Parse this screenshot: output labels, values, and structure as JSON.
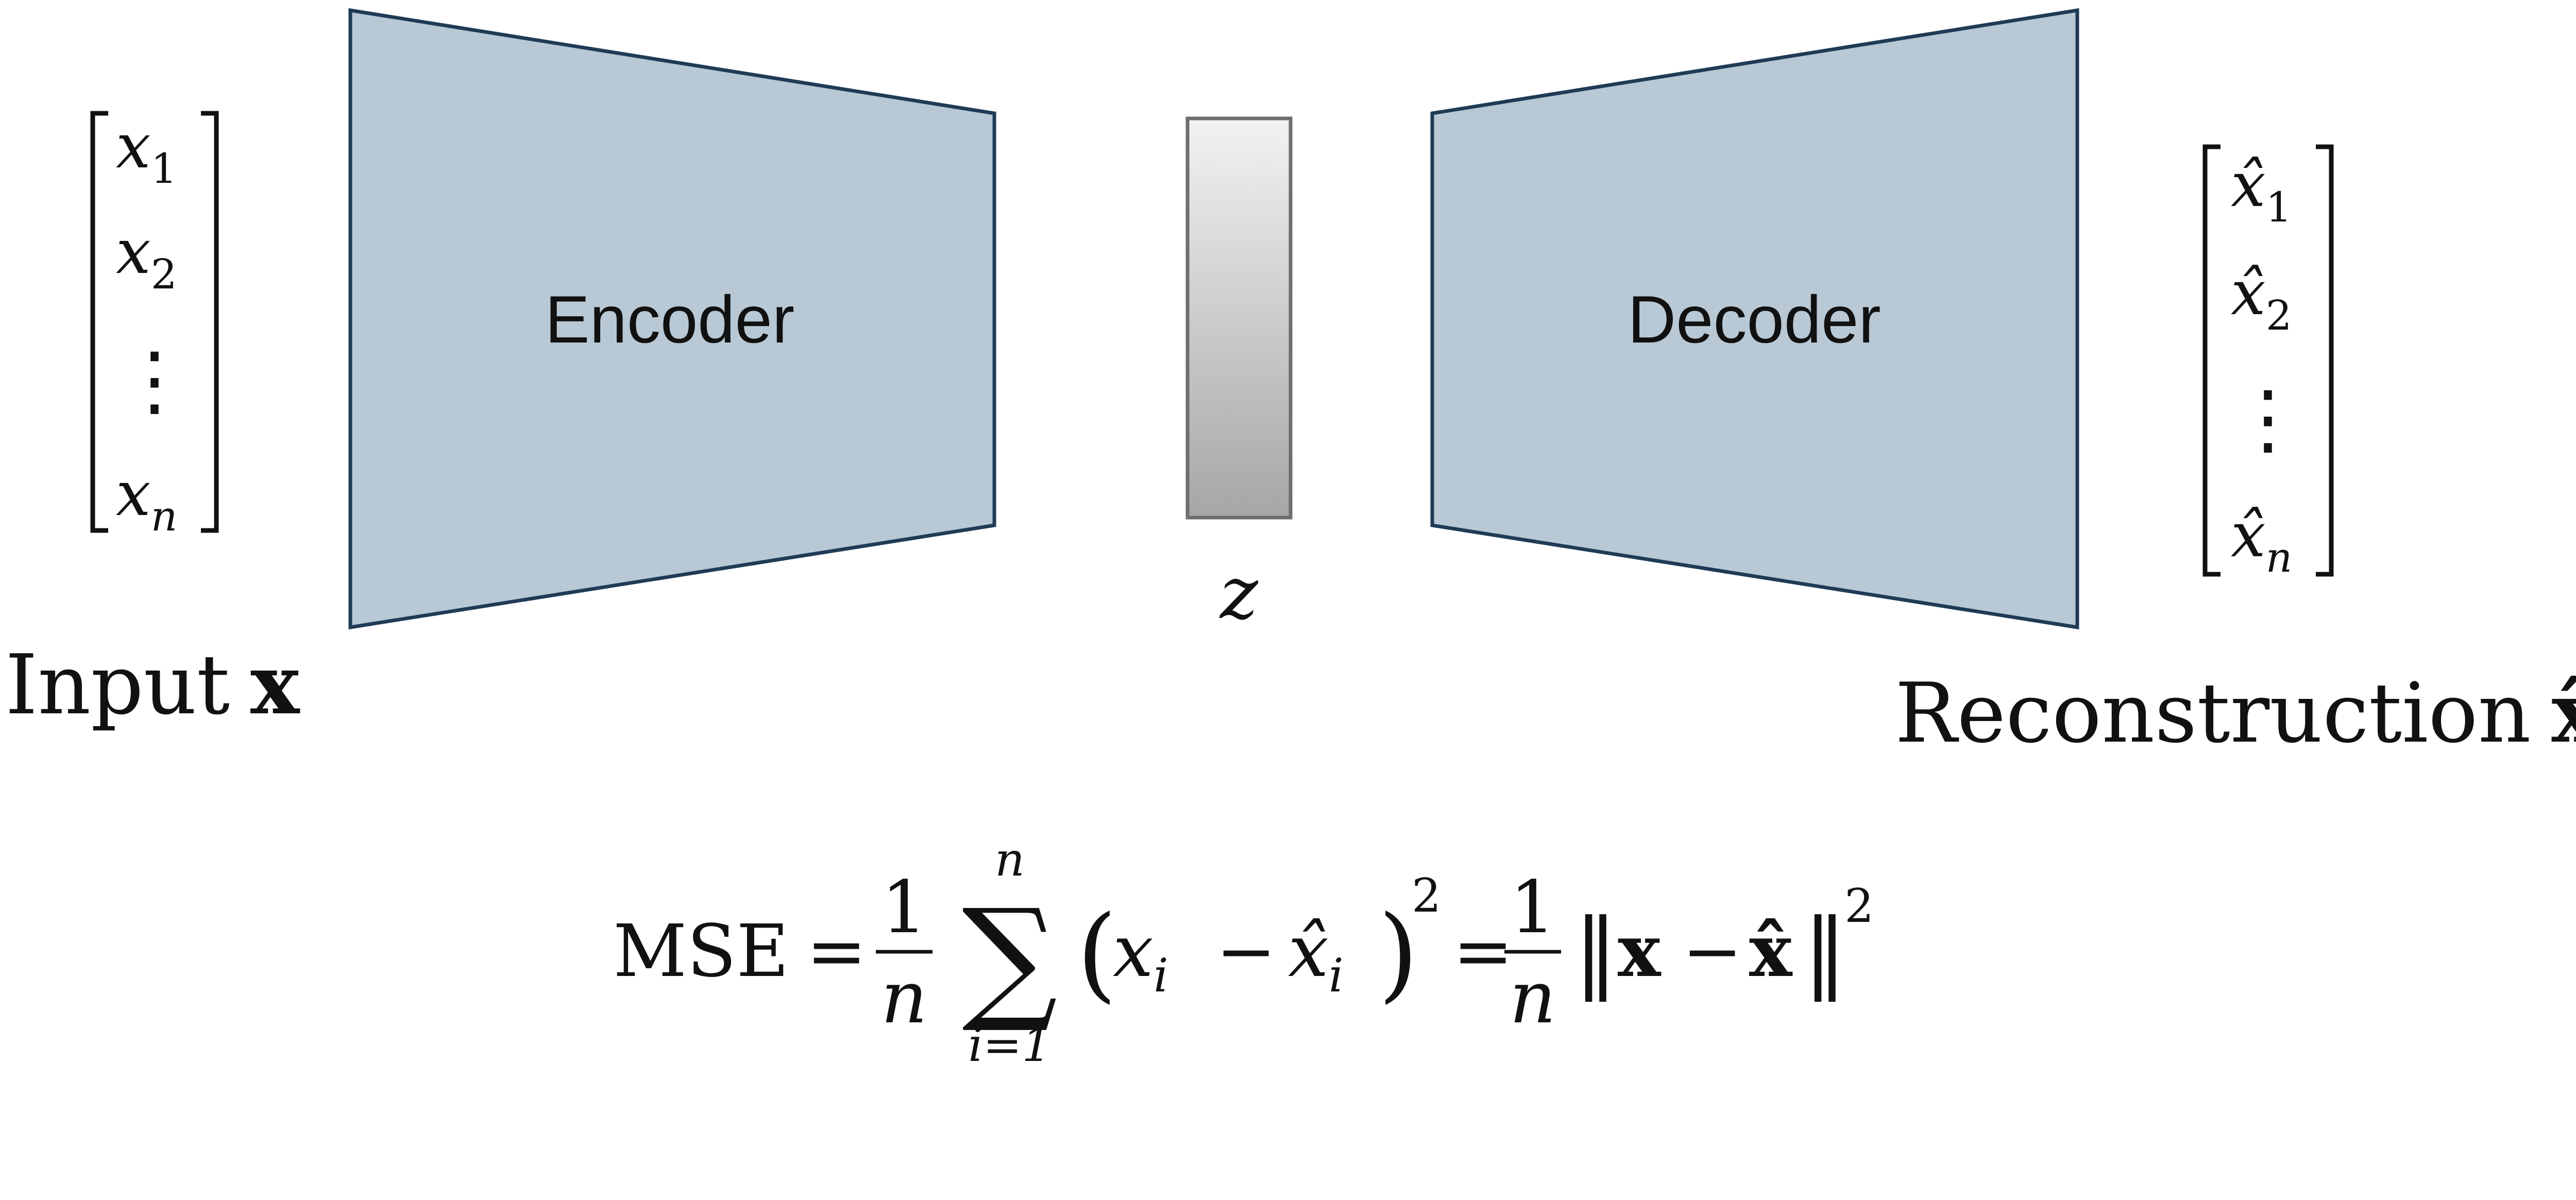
{
  "colors": {
    "block_fill": "#b8c8d4",
    "block_stroke": "#1f3b56",
    "latent_top": "#f2f2f2",
    "latent_bottom": "#a6a6a6",
    "latent_stroke": "#6e6e6e",
    "text": "#111111"
  },
  "encoder": {
    "label": "Encoder"
  },
  "decoder": {
    "label": "Decoder"
  },
  "latent": {
    "symbol": "z"
  },
  "input": {
    "label_word": "Input",
    "label_symbol": "x",
    "vector": {
      "entries": [
        {
          "base": "x",
          "sub": "1"
        },
        {
          "base": "x",
          "sub": "2"
        },
        {
          "base": "",
          "sub": "",
          "dots": "⋮"
        },
        {
          "base": "x",
          "sub": "n"
        }
      ]
    }
  },
  "output": {
    "label_word": "Reconstruction",
    "label_symbol": "x̂",
    "vector": {
      "entries": [
        {
          "base": "x̂",
          "sub": "1"
        },
        {
          "base": "x̂",
          "sub": "2"
        },
        {
          "base": "",
          "sub": "",
          "dots": "⋮"
        },
        {
          "base": "x̂",
          "sub": "n"
        }
      ]
    }
  },
  "formula": {
    "lhs": "MSE",
    "eq": "=",
    "one": "1",
    "n": "n",
    "sum_symbol": "∑",
    "sum_upper": "n",
    "sum_lower": "i=1",
    "lparen": "(",
    "x": "x",
    "i": "i",
    "minus": "−",
    "xhat": "x̂",
    "rparen": ")",
    "sq": "2",
    "norm_open": "‖",
    "bold_x": "x",
    "bold_xhat": "x̂",
    "norm_close": "‖"
  }
}
